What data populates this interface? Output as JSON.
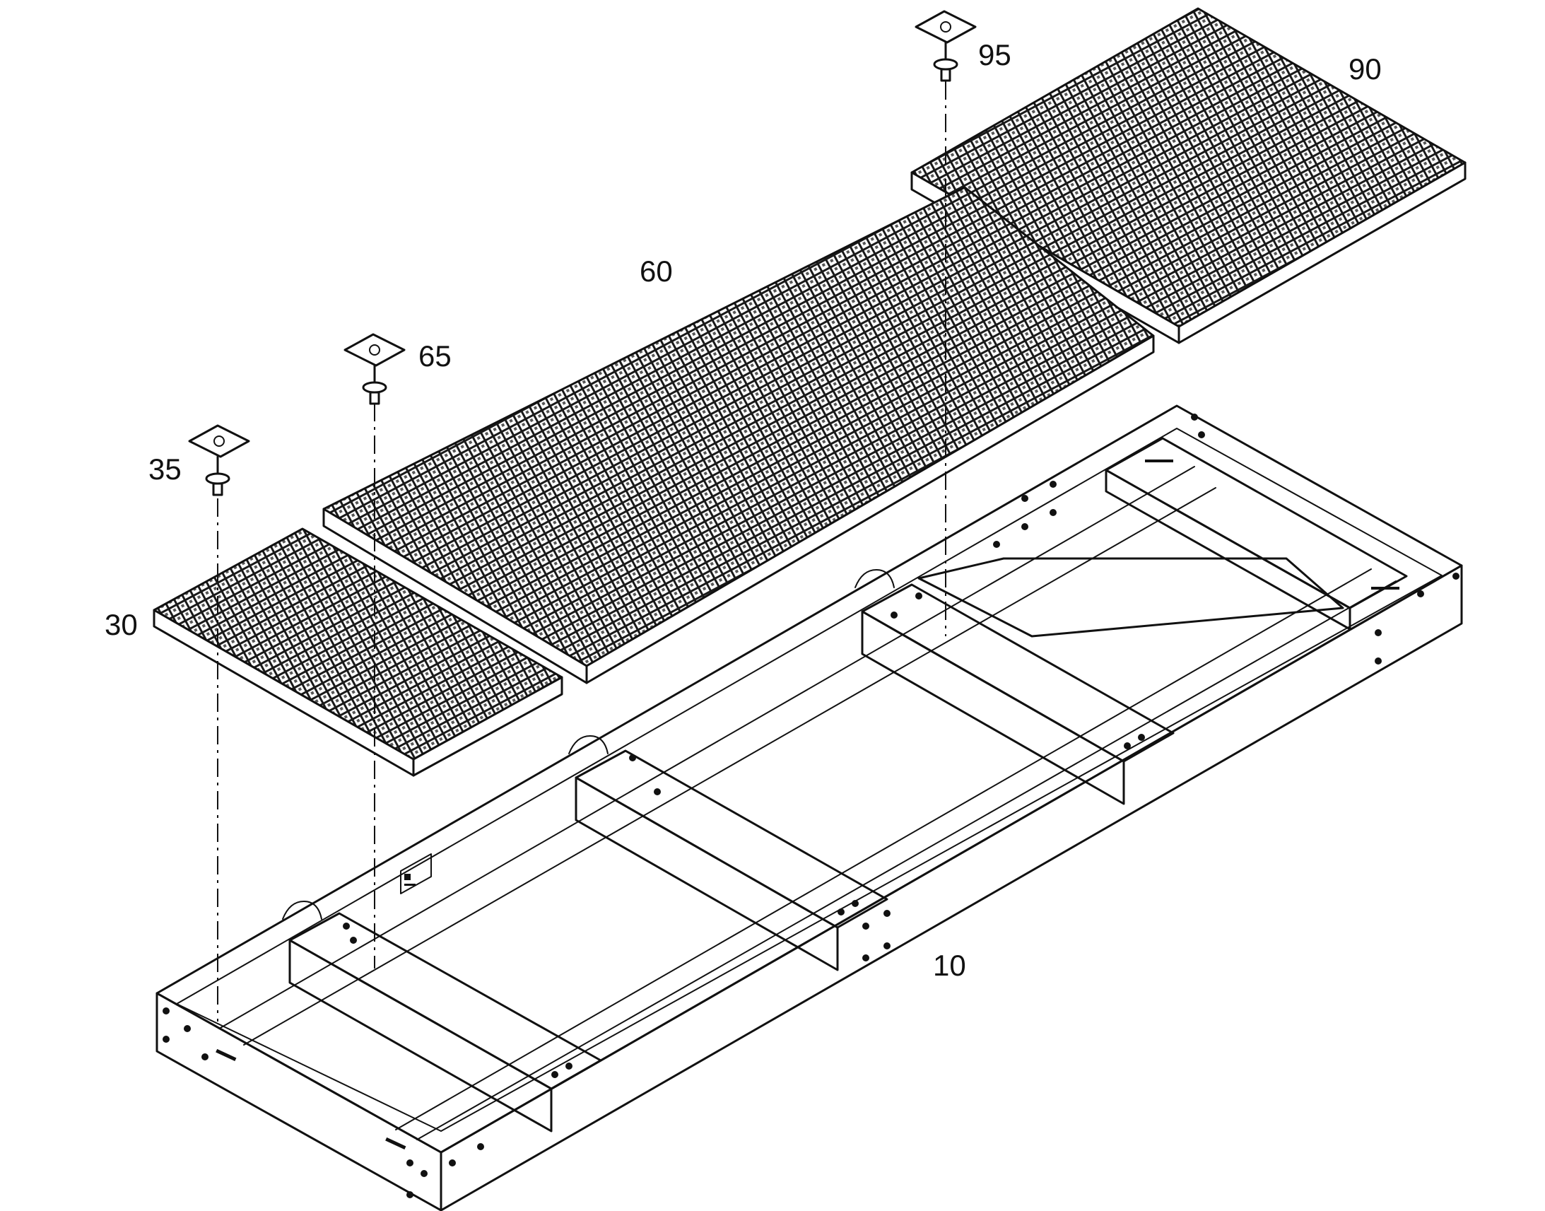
{
  "labels": {
    "frame": "10",
    "grating_small": "30",
    "fastener_small": "35",
    "grating_large": "60",
    "fastener_large": "65",
    "grating_end": "90",
    "fastener_end": "95"
  }
}
